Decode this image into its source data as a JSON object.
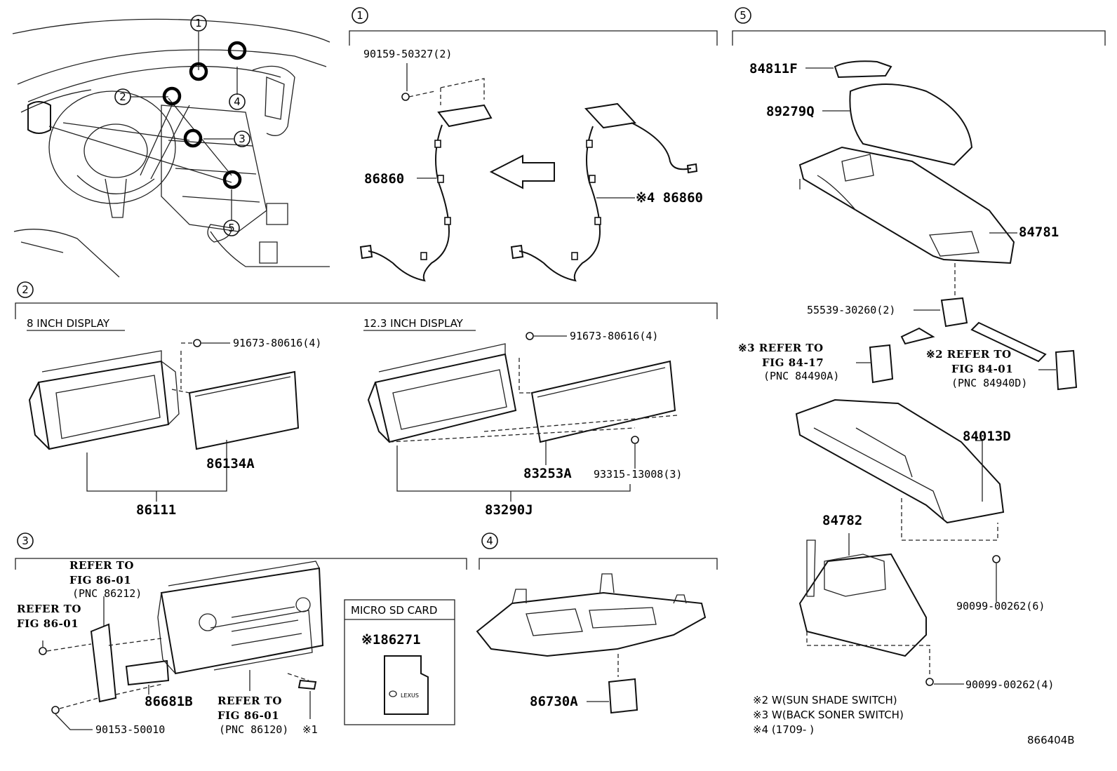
{
  "section_labels": [
    "1",
    "2",
    "3",
    "4",
    "5"
  ],
  "overview": {
    "callouts": [
      "1",
      "2",
      "3",
      "4",
      "5"
    ]
  },
  "section1": {
    "bolt": "90159-50327(2)",
    "harness_left": "86860",
    "harness_right": "※4 86860"
  },
  "section2": {
    "display8_title": "8 INCH DISPLAY",
    "display12_title": "12.3 INCH DISPLAY",
    "screw_left": "91673-80616(4)",
    "screw_right": "91673-80616(4)",
    "cover_left": "86134A",
    "assy_left": "86111",
    "cover_right": "83253A",
    "screw_bottom": "93315-13008(3)",
    "assy_right": "83290J"
  },
  "section3": {
    "refer1": [
      "REFER TO",
      "FIG 86-01",
      "(PNC 86212)"
    ],
    "refer2": [
      "REFER TO",
      "FIG 86-01"
    ],
    "bracket": "86681B",
    "screw": "90153-50010",
    "refer3": [
      "REFER TO",
      "FIG 86-01",
      "(PNC 86120)"
    ],
    "note_mark": "※1",
    "sd_title": "MICRO SD CARD",
    "sd_part": "※186271",
    "sd_brand": "LEXUS"
  },
  "section4": {
    "switch": "86730A"
  },
  "section5": {
    "p_84811F": "84811F",
    "p_89279Q": "89279Q",
    "p_84781": "84781",
    "clip": "55539-30260(2)",
    "refer3": [
      "※3 REFER TO",
      "FIG 84-17",
      "(PNC 84490A)"
    ],
    "refer2": [
      "※2 REFER TO",
      "FIG 84-01",
      "(PNC 84940D)"
    ],
    "p_84013D": "84013D",
    "p_84782": "84782",
    "screw6": "90099-00262(6)",
    "screw4": "90099-00262(4)"
  },
  "notes": [
    "※2 W(SUN SHADE SWITCH)",
    "※3 W(BACK SONER SWITCH)",
    "※4 (1709-       )"
  ],
  "figure_id": "866404B"
}
